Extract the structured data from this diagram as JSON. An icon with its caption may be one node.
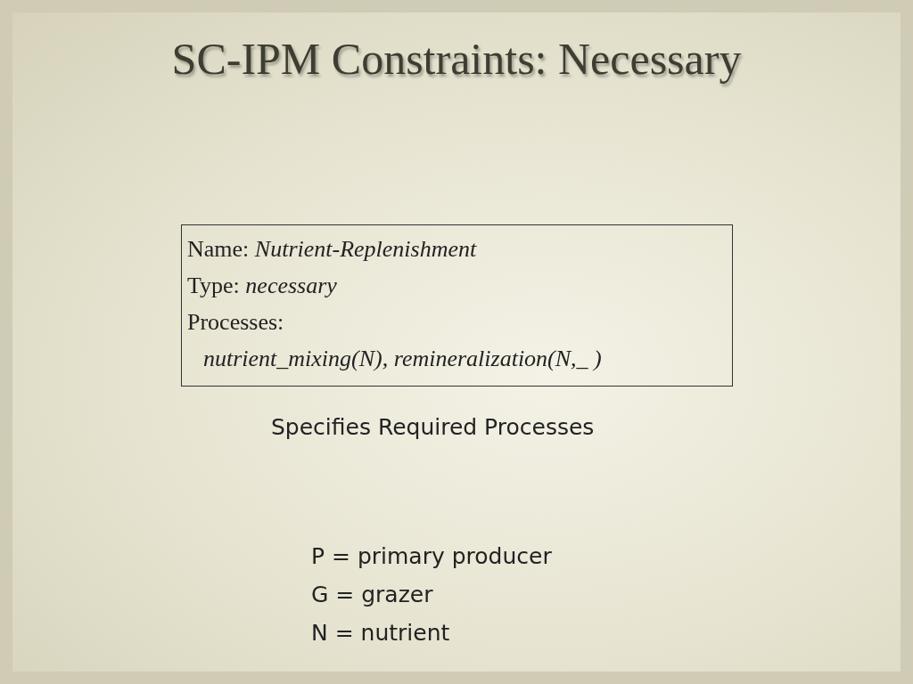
{
  "diagram": {
    "title": "SC-IPM Constraints: Necessary",
    "nodes": [
      {
        "text": [
          "Name: *Nutrient-Replenishment*",
          "Type: *necessary*",
          "Processes:",
          "*nutrient_mixing(N), remineralization(N,_ )*"
        ]
      }
    ],
    "labels": [
      "Specifies Required Processes",
      "P = primary producer",
      "G = grazer",
      "N = nutrient"
    ]
  }
}
